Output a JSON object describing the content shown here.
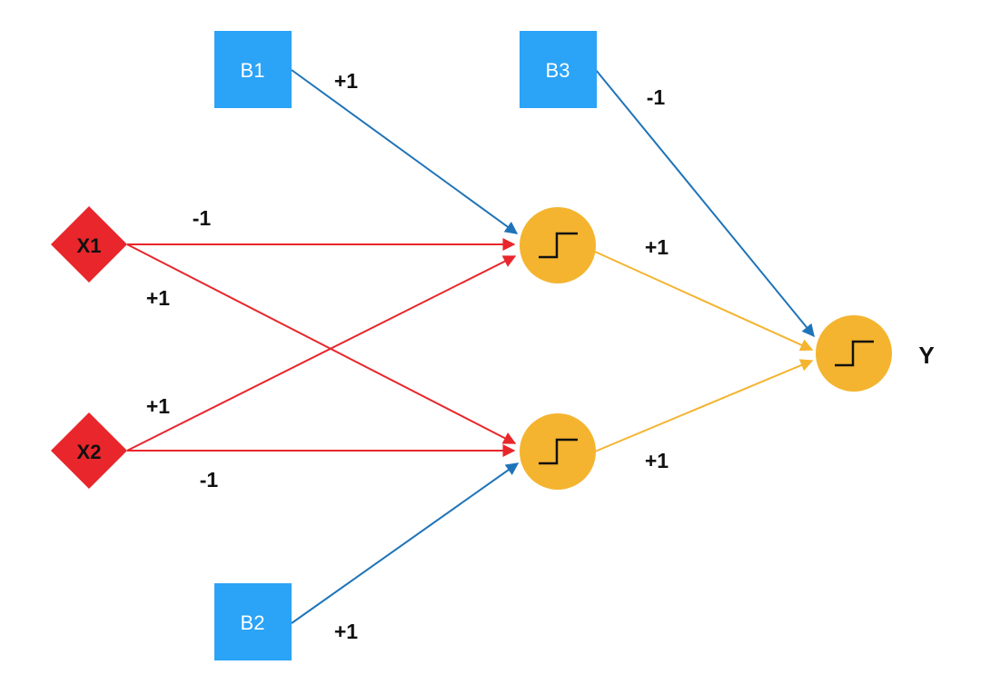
{
  "colors": {
    "bias": "#2ba3f7",
    "bias_edge": "#1f74b8",
    "input": "#e8262b",
    "neuron": "#f4b42f",
    "neuron_edge": "#f4b42f",
    "step_glyph": "#111111"
  },
  "nodes": {
    "b1": {
      "label": "B1",
      "type": "bias"
    },
    "b2": {
      "label": "B2",
      "type": "bias"
    },
    "b3": {
      "label": "B3",
      "type": "bias"
    },
    "x1": {
      "label": "X1",
      "type": "input"
    },
    "x2": {
      "label": "X2",
      "type": "input"
    },
    "h1": {
      "label": "",
      "type": "neuron",
      "activation": "step"
    },
    "h2": {
      "label": "",
      "type": "neuron",
      "activation": "step"
    },
    "y": {
      "label": "",
      "type": "neuron",
      "activation": "step"
    }
  },
  "output_label": "Y",
  "edges": [
    {
      "from": "b1",
      "to": "h1",
      "weight": "+1"
    },
    {
      "from": "x1",
      "to": "h1",
      "weight": "-1"
    },
    {
      "from": "x1",
      "to": "h2",
      "weight": "+1"
    },
    {
      "from": "x2",
      "to": "h1",
      "weight": "+1"
    },
    {
      "from": "x2",
      "to": "h2",
      "weight": "-1"
    },
    {
      "from": "b2",
      "to": "h2",
      "weight": "+1"
    },
    {
      "from": "b3",
      "to": "y",
      "weight": "-1"
    },
    {
      "from": "h1",
      "to": "y",
      "weight": "+1"
    },
    {
      "from": "h2",
      "to": "y",
      "weight": "+1"
    }
  ]
}
